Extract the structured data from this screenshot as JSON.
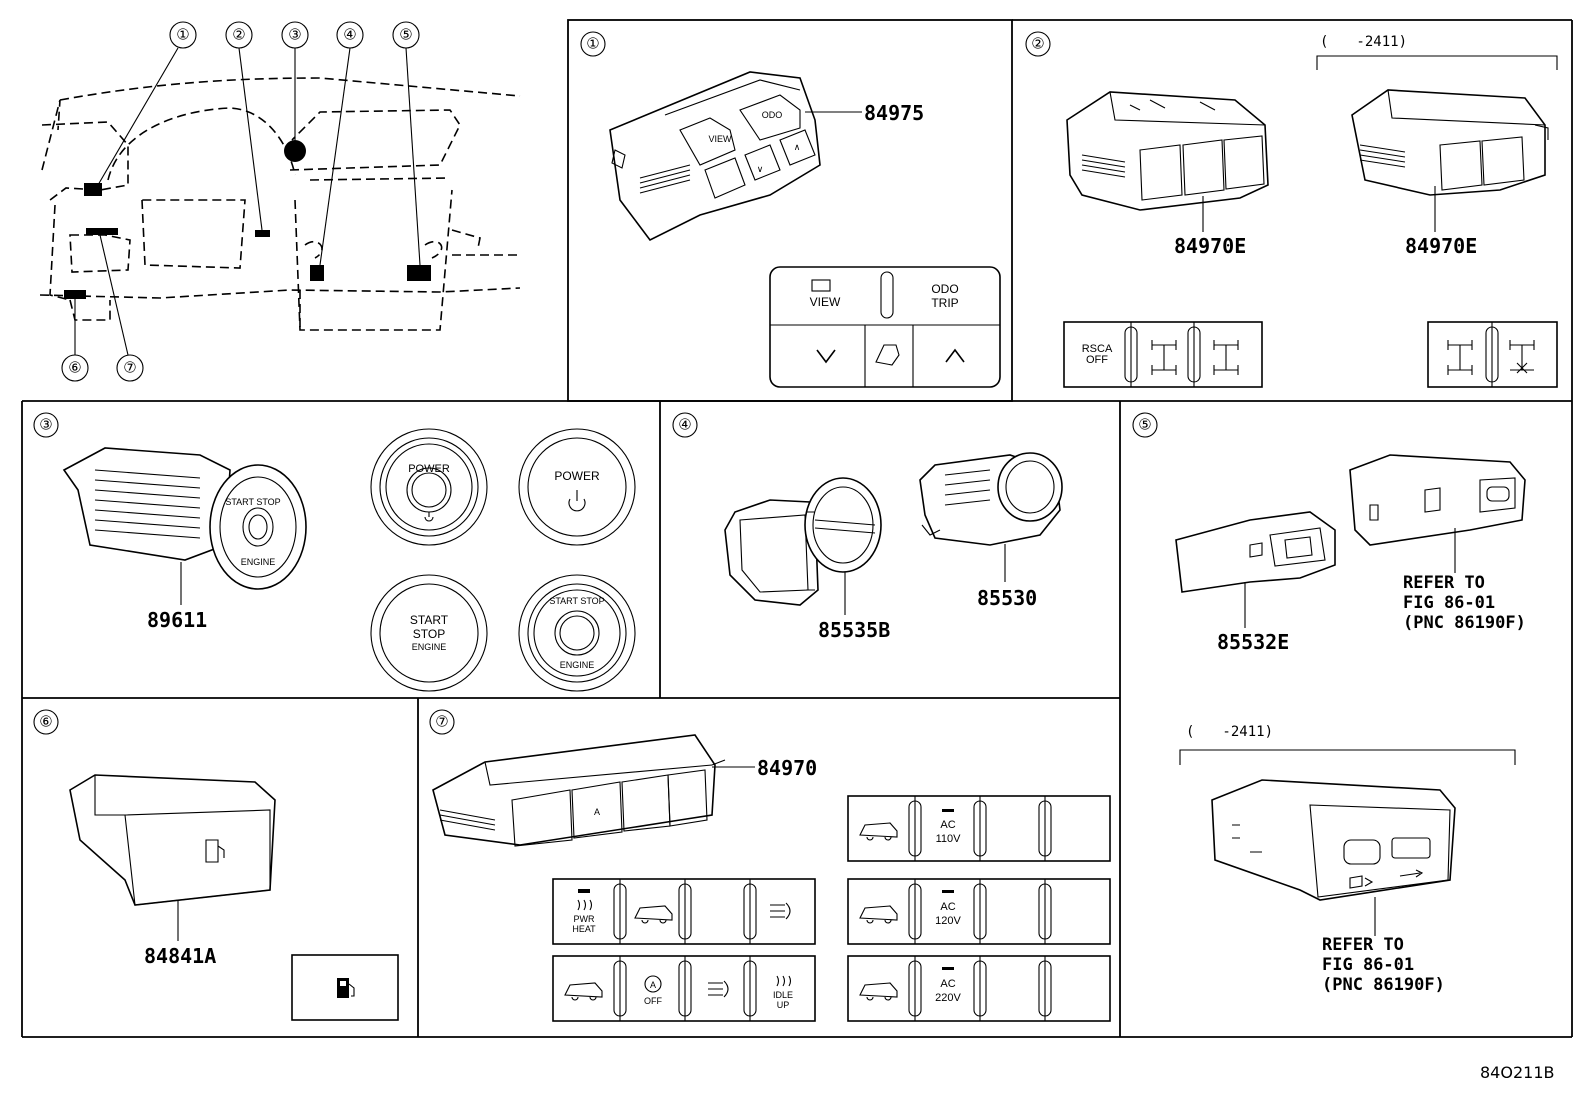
{
  "diagram_code": "84O211B",
  "overview": {
    "callouts": [
      "①",
      "②",
      "③",
      "④",
      "⑤",
      "⑥",
      "⑦"
    ]
  },
  "panels": {
    "p1": {
      "number": "①",
      "part": "84975",
      "buttons": {
        "view": "VIEW",
        "odo": "ODO",
        "trip": "TRIP"
      }
    },
    "p2": {
      "number": "②",
      "part_left": "84970E",
      "part_right": "84970E",
      "bracket": "(　　-2411)",
      "rsca_1": "RSCA",
      "rsca_2": "OFF"
    },
    "p3": {
      "number": "③",
      "part": "89611",
      "power": "POWER",
      "start": "START",
      "stop": "STOP",
      "engine": "ENGINE",
      "ring_top": "START STOP",
      "ring_bottom": "ENGINE"
    },
    "p4": {
      "number": "④",
      "part_left": "85535B",
      "part_right": "85530"
    },
    "p5": {
      "number": "⑤",
      "part": "85532E",
      "refer_top": [
        "REFER TO",
        "FIG 86-01",
        "(PNC 86190F)"
      ],
      "bracket": "(　　-2411)",
      "refer_bottom": [
        "REFER TO",
        "FIG 86-01",
        "(PNC 86190F)"
      ]
    },
    "p6": {
      "number": "⑥",
      "part": "84841A"
    },
    "p7": {
      "number": "⑦",
      "part": "84970",
      "pwr": "PWR",
      "heat": "HEAT",
      "off": "OFF",
      "idle": "IDLE",
      "up": "UP",
      "ac": "AC",
      "v110": "110V",
      "v120": "120V",
      "v220": "220V",
      "a_mark": "A"
    }
  }
}
